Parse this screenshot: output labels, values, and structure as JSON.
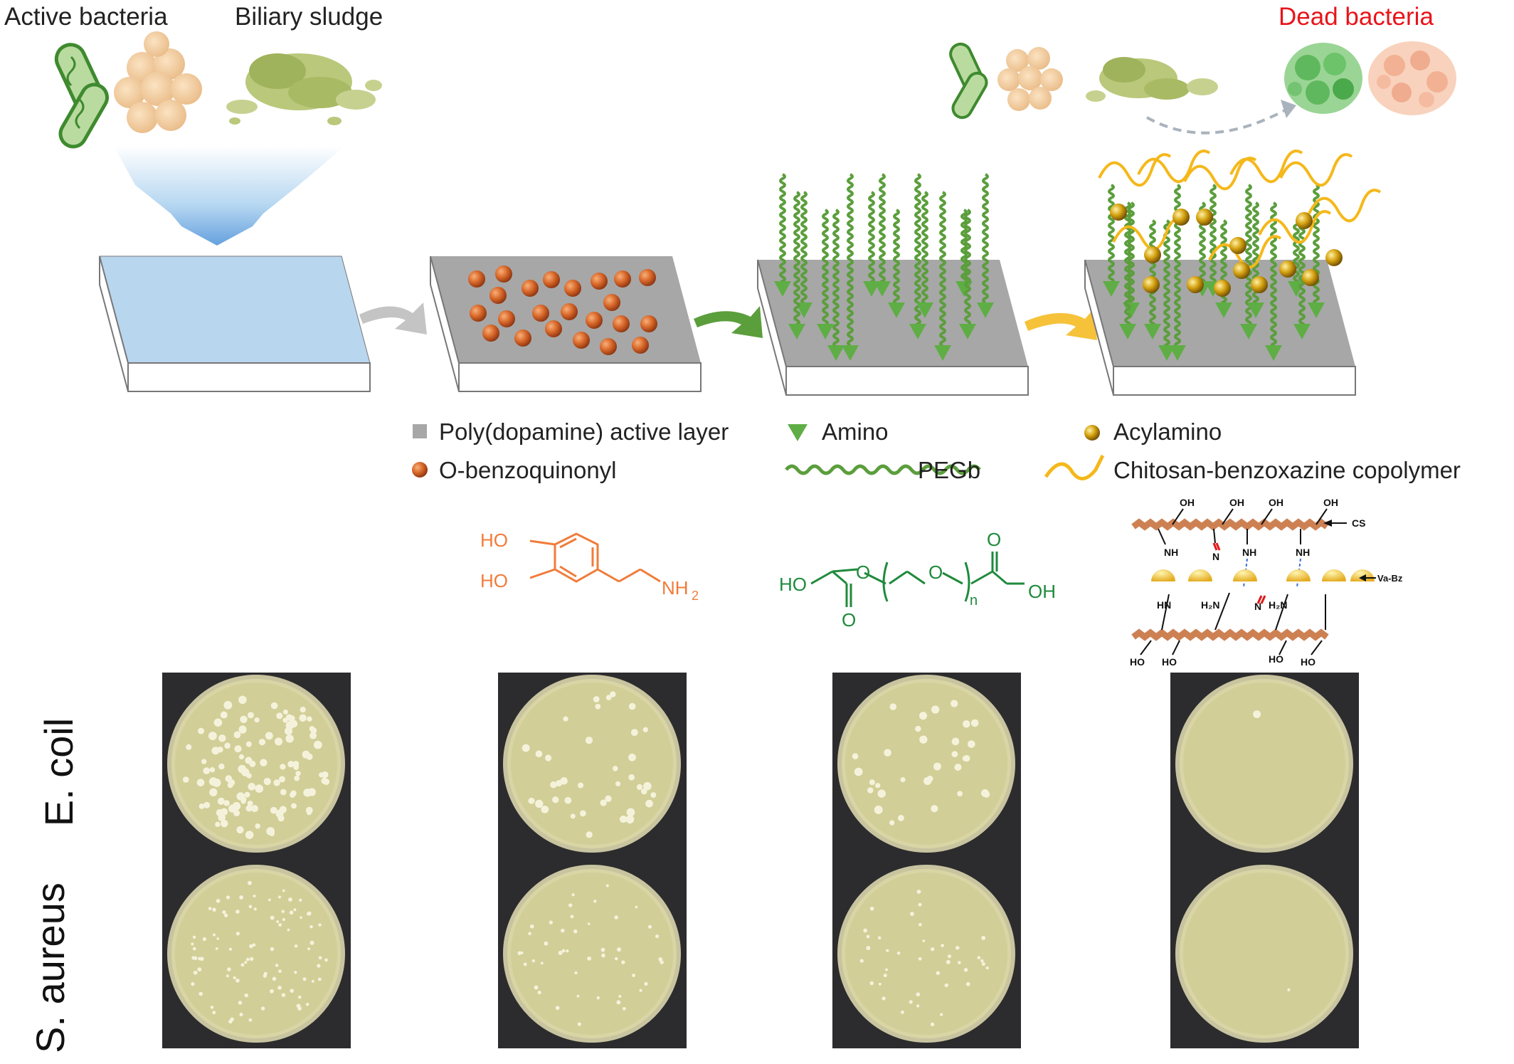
{
  "top": {
    "active_bacteria": "Active bacteria",
    "biliary_sludge": "Biliary sludge",
    "dead_bacteria": "Dead bacteria",
    "dead_color": "#e8141a"
  },
  "legend": {
    "pda_layer": "Poly(dopamine) active layer",
    "benzoquinonyl": "O-benzoquinonyl",
    "amino": "Amino",
    "pegb": "PEGb",
    "acylamino": "Acylamino",
    "copolymer": "Chitosan-benzoxazine copolymer"
  },
  "chemistry": {
    "dopamine": {
      "ho1": "HO",
      "ho2": "HO",
      "nh": "NH",
      "nh_sub": "2",
      "color": "#f07c3a"
    },
    "peg": {
      "ho": "HO",
      "o1": "O",
      "o2": "O",
      "o3": "O",
      "o4": "O",
      "oh": "OH",
      "n": "n",
      "color": "#1f8a3c"
    },
    "copolymer": {
      "oh": "OH",
      "nh": "NH",
      "n": "N",
      "hn": "HN",
      "h2n": "H₂N",
      "ho": "HO",
      "cs_label": "CS",
      "vabz_label": "Va-Bz"
    }
  },
  "rows": {
    "ecoli": "E. coil",
    "saureus": "S. aureus"
  },
  "plates": {
    "ecoli_colonies": [
      110,
      38,
      32,
      1
    ],
    "saureus_colonies": [
      90,
      45,
      40,
      1
    ]
  },
  "colors": {
    "substrate_blue": "#b9d6ef",
    "substrate_gray": "#a7a7a7",
    "particle_orange": "#d9682a",
    "peg_green": "#5b9e3c",
    "amino_green": "#6cb34a",
    "copolymer_yellow": "#f5b81b",
    "acyl_gold": "#c9980e"
  }
}
